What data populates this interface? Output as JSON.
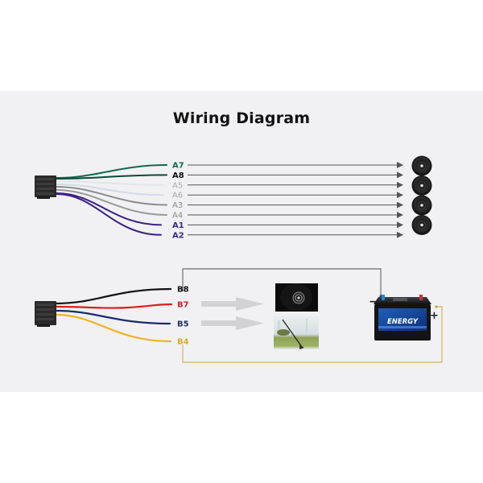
{
  "title": "Wiring Diagram",
  "harness_a": {
    "wires": [
      {
        "pin": "A7",
        "color": "#0e6b4f",
        "label_color": "#0e6b4f",
        "weight": "bold"
      },
      {
        "pin": "A8",
        "color": "#0a4a36",
        "label_color": "#111111",
        "weight": "bold"
      },
      {
        "pin": "A5",
        "color": "#e2e4ee",
        "label_color": "#a9a9b3",
        "weight": "normal"
      },
      {
        "pin": "A6",
        "color": "#d6d9e6",
        "label_color": "#a9a9b3",
        "weight": "normal"
      },
      {
        "pin": "A3",
        "color": "#8c8c8c",
        "label_color": "#8a8a8a",
        "weight": "normal"
      },
      {
        "pin": "A4",
        "color": "#9a9a9a",
        "label_color": "#8a8a8a",
        "weight": "normal"
      },
      {
        "pin": "A1",
        "color": "#3a1f86",
        "label_color": "#3a2a8a",
        "weight": "bold"
      },
      {
        "pin": "A2",
        "color": "#3a1f86",
        "label_color": "#3a2a8a",
        "weight": "bold"
      }
    ],
    "speakers": [
      "speaker-1",
      "speaker-2",
      "speaker-3",
      "speaker-4"
    ]
  },
  "harness_b": {
    "wires": [
      {
        "pin": "B8",
        "color": "#111111",
        "label_color": "#111111"
      },
      {
        "pin": "B7",
        "color": "#d8201d",
        "label_color": "#c0282a"
      },
      {
        "pin": "B5",
        "color": "#1b2a6e",
        "label_color": "#1f2f5f"
      },
      {
        "pin": "B4",
        "color": "#f2b320",
        "label_color": "#e0a92a"
      }
    ],
    "targets": [
      "camera",
      "antenna"
    ],
    "battery": {
      "brand": "ENERGY",
      "negative_symbol": "−",
      "positive_symbol": "+"
    },
    "ground_line_color": "#6e6e6e",
    "power_line_color": "#d4b45a"
  },
  "colors": {
    "panel": "#f1f1f3",
    "arrow": "#555555",
    "gray_arrow": "#d2d2d4"
  }
}
